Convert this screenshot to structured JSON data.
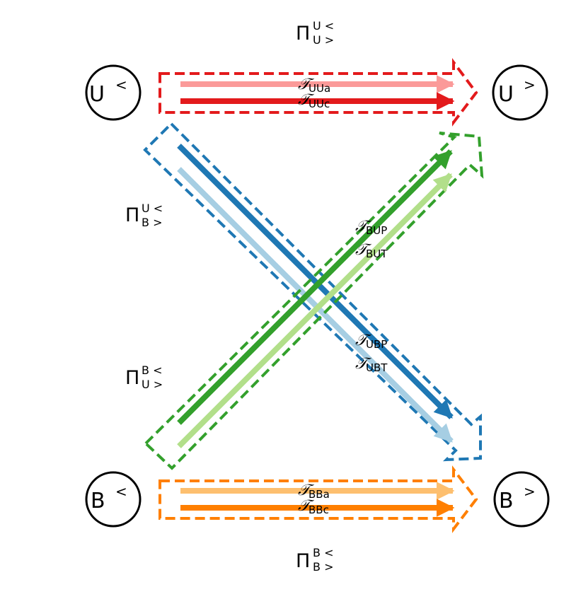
{
  "colors": {
    "red_dark": "#e31a1c",
    "red_light": "#fb9a99",
    "orange_dark": "#ff7f00",
    "orange_light": "#fdbf6f",
    "blue_dark": "#1f78b4",
    "blue_light": "#a6cee3",
    "green_dark": "#33a02c",
    "green_light": "#b2df8a"
  },
  "nodes": {
    "u_less": {
      "base": "U",
      "sup": "<"
    },
    "u_greater": {
      "base": "U",
      "sup": ">"
    },
    "b_less": {
      "base": "B",
      "sup": "<"
    },
    "b_greater": {
      "base": "B",
      "sup": ">"
    }
  },
  "pi_labels": {
    "uu": {
      "base": "Π",
      "sup": "U <",
      "sub": "U >"
    },
    "bu": {
      "base": "Π",
      "sup": "U <",
      "sub": "B >"
    },
    "ub": {
      "base": "Π",
      "sup": "B <",
      "sub": "U >"
    },
    "bb": {
      "base": "Π",
      "sup": "B <",
      "sub": "B >"
    }
  },
  "t_labels": {
    "uua": {
      "base": "𝒯",
      "sub": "UUa"
    },
    "uuc": {
      "base": "𝒯",
      "sub": "UUc"
    },
    "bup": {
      "base": "𝒯",
      "sub": "BUP"
    },
    "but": {
      "base": "𝒯",
      "sub": "BUT"
    },
    "ubp": {
      "base": "𝒯",
      "sub": "UBP"
    },
    "ubt": {
      "base": "𝒯",
      "sub": "UBT"
    },
    "bba": {
      "base": "𝒯",
      "sub": "BBa"
    },
    "bbc": {
      "base": "𝒯",
      "sub": "BBc"
    }
  }
}
